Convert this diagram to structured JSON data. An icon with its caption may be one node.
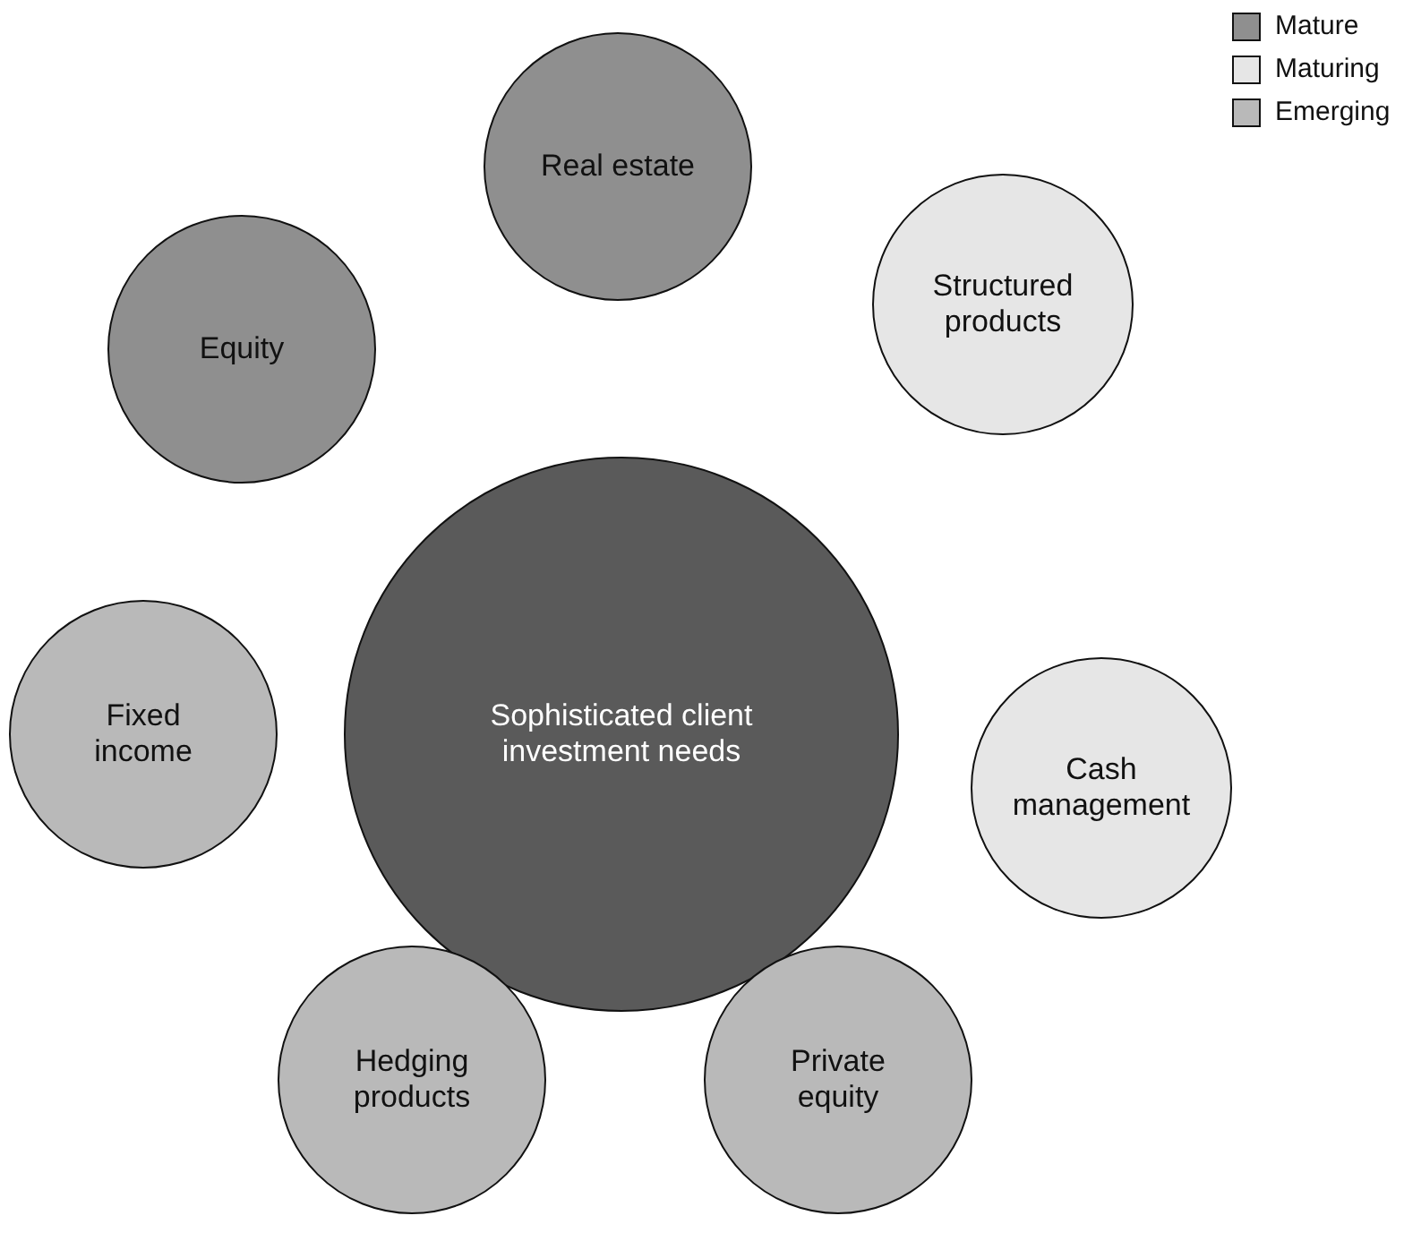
{
  "diagram": {
    "nodes": [
      {
        "text": [
          "Real estate"
        ]
      },
      {
        "text": [
          "Equity"
        ]
      },
      {
        "text": [
          "Structured products"
        ]
      },
      {
        "text": [
          "Sophisticated client investment needs"
        ]
      },
      {
        "text": [
          "Fixed income"
        ]
      },
      {
        "text": [
          "Cash management"
        ]
      },
      {
        "text": [
          "Hedging products"
        ]
      },
      {
        "text": [
          "Private equity"
        ]
      }
    ],
    "legend": [
      {
        "text": "Mature",
        "color": "#8f8f8f"
      },
      {
        "text": "Maturing",
        "color": "#e6e6e6"
      },
      {
        "text": "Emerging",
        "color": "#b9b9b9"
      }
    ]
  }
}
